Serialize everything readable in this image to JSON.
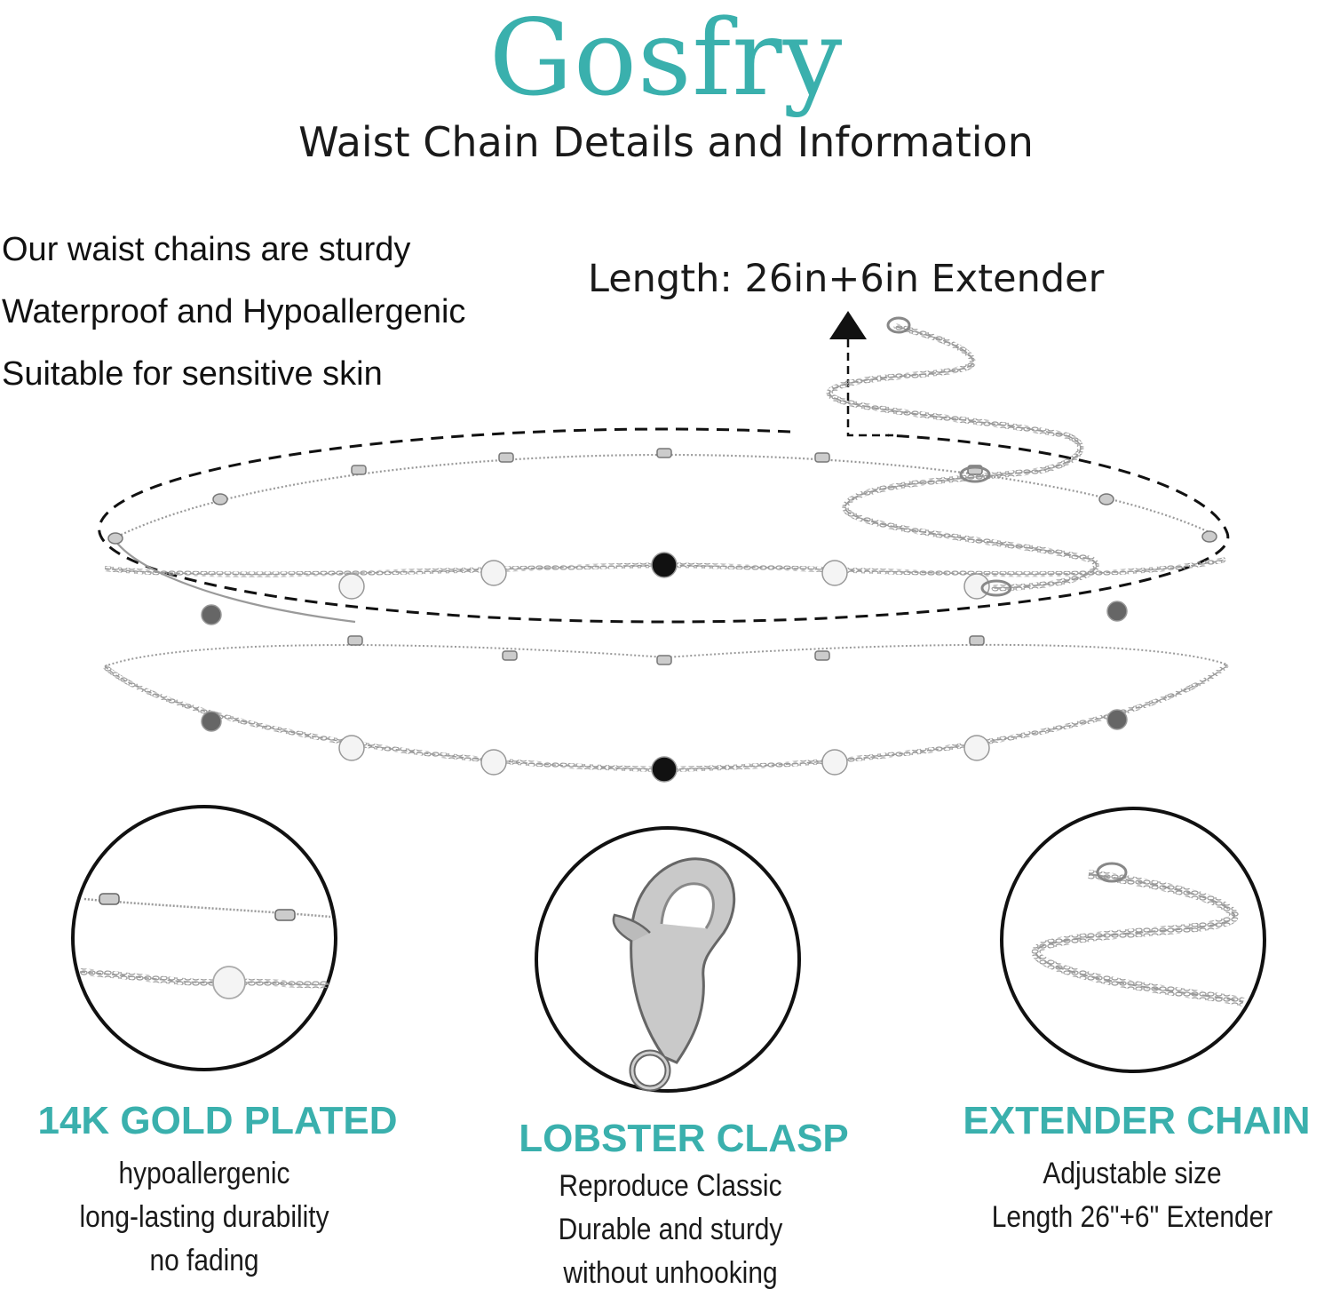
{
  "brand": "Gosfry",
  "subtitle": "Waist Chain Details and Information",
  "claims": [
    "Our waist chains are sturdy",
    "Waterproof and Hypoallergenic",
    "Suitable for sensitive skin"
  ],
  "length_label": "Length: 26in+6in Extender",
  "features": [
    {
      "title": "14K GOLD PLATED",
      "lines": [
        "hypoallergenic",
        "long-lasting durability",
        "no fading"
      ],
      "image": "chain-closeup"
    },
    {
      "title": "LOBSTER CLASP",
      "lines": [
        "Reproduce Classic",
        "Durable and sturdy",
        "without unhooking"
      ],
      "image": "lobster-clasp"
    },
    {
      "title": "EXTENDER CHAIN",
      "lines": [
        "Adjustable size",
        "Length 26\"+6\" Extender"
      ],
      "image": "extender-chain"
    }
  ],
  "colors": {
    "accent": "#3ab0ad",
    "text": "#111111",
    "chain": "#9a9a9a"
  }
}
